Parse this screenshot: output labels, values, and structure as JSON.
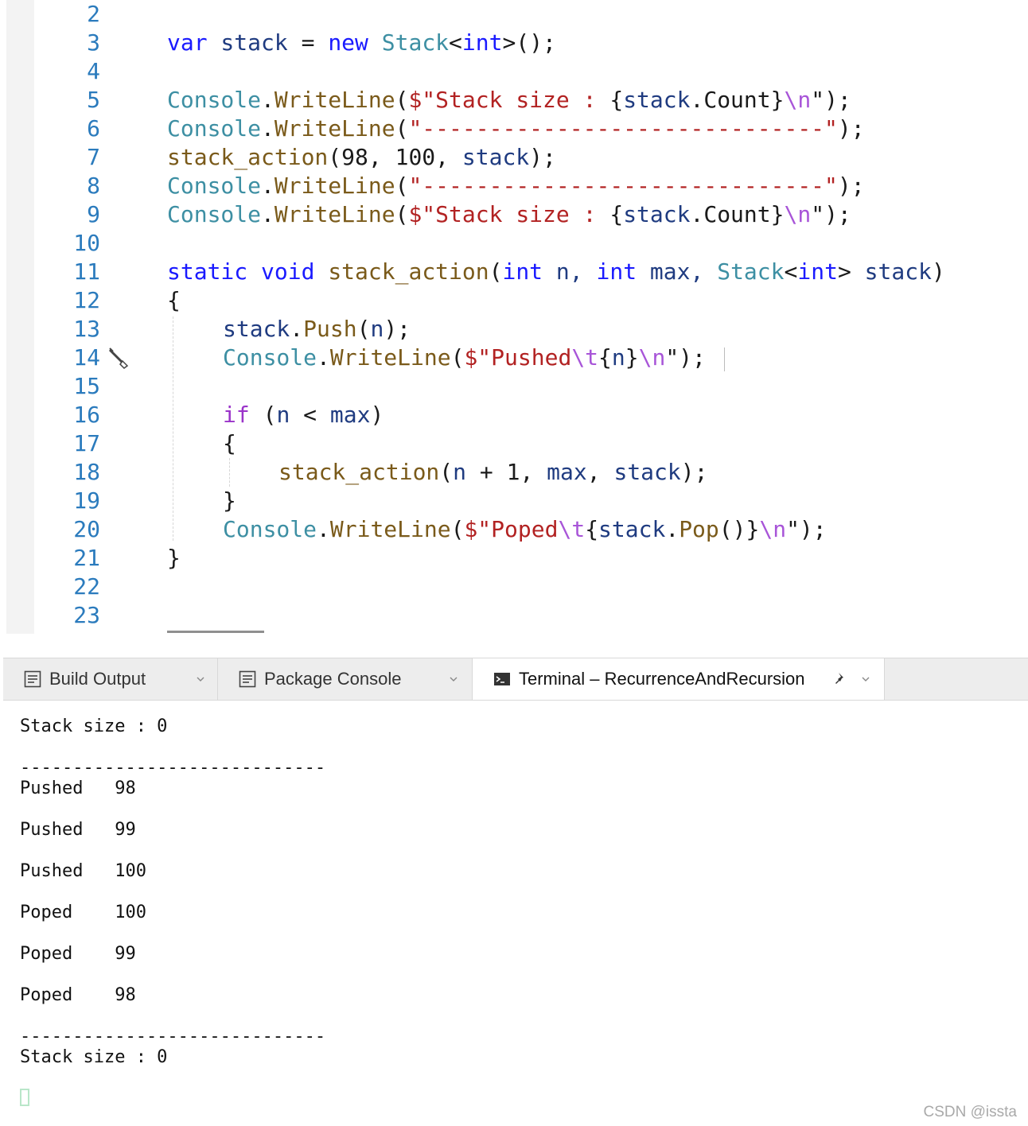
{
  "editor": {
    "line_numbers": [
      "2",
      "3",
      "4",
      "5",
      "6",
      "7",
      "8",
      "9",
      "10",
      "11",
      "12",
      "13",
      "14",
      "15",
      "16",
      "17",
      "18",
      "19",
      "20",
      "21",
      "22",
      "23"
    ],
    "code": {
      "l3": {
        "a": "var",
        "b": " stack ",
        "c": "=",
        "d": " ",
        "e": "new",
        "f": " ",
        "g": "Stack",
        "h": "<",
        "i": "int",
        "j": ">();"
      },
      "l5": {
        "a": "Console",
        "b": ".",
        "c": "WriteLine",
        "d": "(",
        "e": "$\"Stack size : ",
        "f": "{",
        "g": "stack",
        "h": ".Count}",
        "i": "\\n",
        "j": "\");"
      },
      "l6": {
        "a": "Console",
        "b": ".",
        "c": "WriteLine",
        "d": "(",
        "e": "\"------------------------------\"",
        "f": ");"
      },
      "l7": {
        "a": "stack_action",
        "b": "(98, 100, ",
        "c": "stack",
        "d": ");"
      },
      "l8": {
        "a": "Console",
        "b": ".",
        "c": "WriteLine",
        "d": "(",
        "e": "\"------------------------------\"",
        "f": ");"
      },
      "l9": {
        "a": "Console",
        "b": ".",
        "c": "WriteLine",
        "d": "(",
        "e": "$\"Stack size : ",
        "f": "{",
        "g": "stack",
        "h": ".Count}",
        "i": "\\n",
        "j": "\");"
      },
      "l11": {
        "a": "static",
        "b": " ",
        "c": "void",
        "d": " ",
        "e": "stack_action",
        "f": "(",
        "g": "int",
        "h": " n, ",
        "i": "int",
        "j": " max, ",
        "k": "Stack",
        "l": "<",
        "m": "int",
        "n": "> ",
        "o": "stack",
        "p": ")"
      },
      "l12": "{",
      "l13": {
        "a": "stack",
        "b": ".",
        "c": "Push",
        "d": "(",
        "e": "n",
        "f": ");"
      },
      "l14": {
        "a": "Console",
        "b": ".",
        "c": "WriteLine",
        "d": "(",
        "e": "$\"Pushed",
        "f": "\\t",
        "g": "{",
        "h": "n",
        "i": "}",
        "j": "\\n",
        "k": "\");"
      },
      "l16": {
        "a": "if",
        "b": " (",
        "c": "n",
        "d": " < ",
        "e": "max",
        "f": ")"
      },
      "l17": "{",
      "l18": {
        "a": "stack_action",
        "b": "(",
        "c": "n",
        "d": " + 1, ",
        "e": "max",
        "f": ", ",
        "g": "stack",
        "h": ");"
      },
      "l19": "}",
      "l20": {
        "a": "Console",
        "b": ".",
        "c": "WriteLine",
        "d": "(",
        "e": "$\"Poped",
        "f": "\\t",
        "g": "{",
        "h": "stack",
        "i": ".",
        "j": "Pop",
        "k": "()}",
        "l": "\\n",
        "m": "\");"
      },
      "l21": "}"
    }
  },
  "panel": {
    "tabs": [
      {
        "label": "Build Output",
        "icon": "document-list-icon"
      },
      {
        "label": "Package Console",
        "icon": "document-list-icon"
      },
      {
        "label": "Terminal – RecurrenceAndRecursion",
        "icon": "terminal-icon",
        "active": true
      }
    ]
  },
  "terminal": {
    "lines": [
      "Stack size : 0",
      "",
      "-----------------------------",
      "Pushed   98",
      "",
      "Pushed   99",
      "",
      "Pushed   100",
      "",
      "Poped    100",
      "",
      "Poped    99",
      "",
      "Poped    98",
      "",
      "-----------------------------",
      "Stack size : 0"
    ]
  },
  "watermark": "CSDN @issta",
  "colors": {
    "keyword": "#1a1aff",
    "type": "#3d8fa3",
    "method": "#7a5a1a",
    "string": "#b22222",
    "escape": "#a855d8",
    "variable": "#1f3b80",
    "line_number": "#2b7bbd"
  }
}
